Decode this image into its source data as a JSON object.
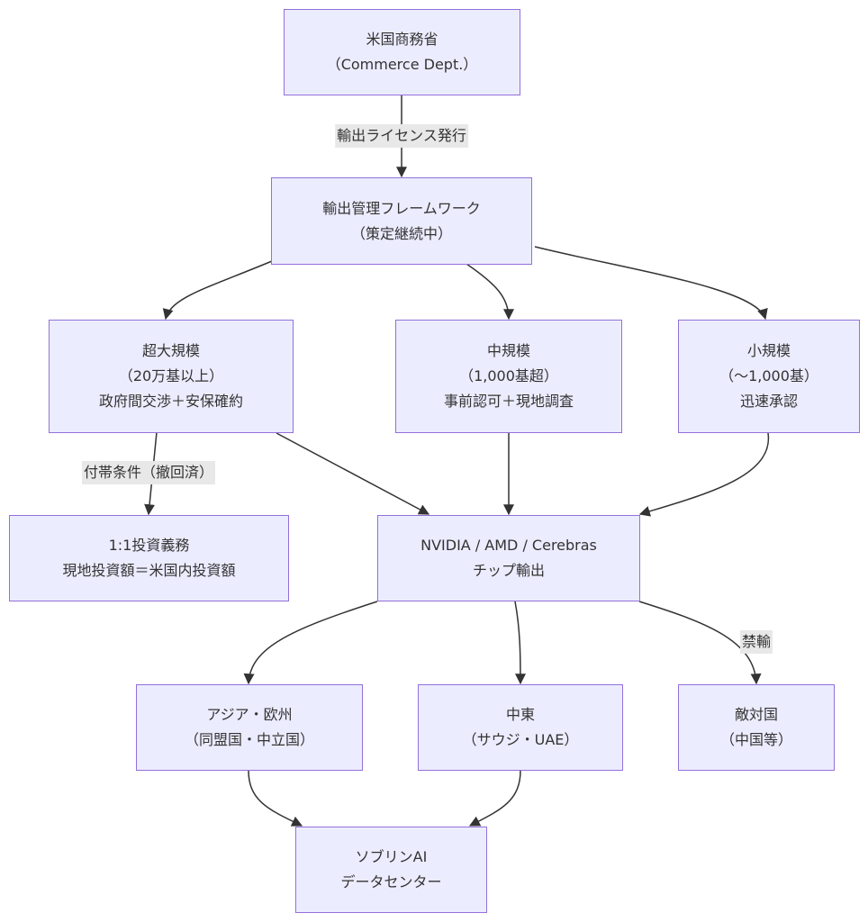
{
  "diagram": {
    "type": "flowchart",
    "colors": {
      "node_fill": "#ececff",
      "node_border": "#9370db",
      "edge": "#333333",
      "edge_label_bg": "#e8e8e8",
      "text": "#333333"
    },
    "nodes": {
      "commerce": {
        "lines": [
          "米国商務省",
          "（Commerce Dept.）"
        ]
      },
      "framework": {
        "lines": [
          "輸出管理フレームワーク",
          "（策定継続中）"
        ]
      },
      "large": {
        "lines": [
          "超大規模",
          "（20万基以上）",
          "政府間交渉＋安保確約"
        ]
      },
      "medium": {
        "lines": [
          "中規模",
          "（1,000基超）",
          "事前認可＋現地調査"
        ]
      },
      "small": {
        "lines": [
          "小規模",
          "（〜1,000基）",
          "迅速承認"
        ]
      },
      "investment": {
        "lines": [
          "1:1投資義務",
          "現地投資額＝米国内投資額"
        ]
      },
      "chips": {
        "lines": [
          "NVIDIA / AMD / Cerebras",
          "チップ輸出"
        ]
      },
      "asia_eu": {
        "lines": [
          "アジア・欧州",
          "（同盟国・中立国）"
        ]
      },
      "mideast": {
        "lines": [
          "中東",
          "（サウジ・UAE）"
        ]
      },
      "adversary": {
        "lines": [
          "敵対国",
          "（中国等）"
        ]
      },
      "sovereign": {
        "lines": [
          "ソブリンAI",
          "データセンター"
        ]
      }
    },
    "edges": [
      {
        "from": "commerce",
        "to": "framework",
        "label": "輸出ライセンス発行"
      },
      {
        "from": "framework",
        "to": "large",
        "label": ""
      },
      {
        "from": "framework",
        "to": "medium",
        "label": ""
      },
      {
        "from": "framework",
        "to": "small",
        "label": ""
      },
      {
        "from": "large",
        "to": "investment",
        "label": "付帯条件（撤回済）"
      },
      {
        "from": "large",
        "to": "chips",
        "label": ""
      },
      {
        "from": "medium",
        "to": "chips",
        "label": ""
      },
      {
        "from": "small",
        "to": "chips",
        "label": ""
      },
      {
        "from": "chips",
        "to": "asia_eu",
        "label": ""
      },
      {
        "from": "chips",
        "to": "mideast",
        "label": ""
      },
      {
        "from": "chips",
        "to": "adversary",
        "label": "禁輸"
      },
      {
        "from": "asia_eu",
        "to": "sovereign",
        "label": ""
      },
      {
        "from": "mideast",
        "to": "sovereign",
        "label": ""
      }
    ]
  }
}
